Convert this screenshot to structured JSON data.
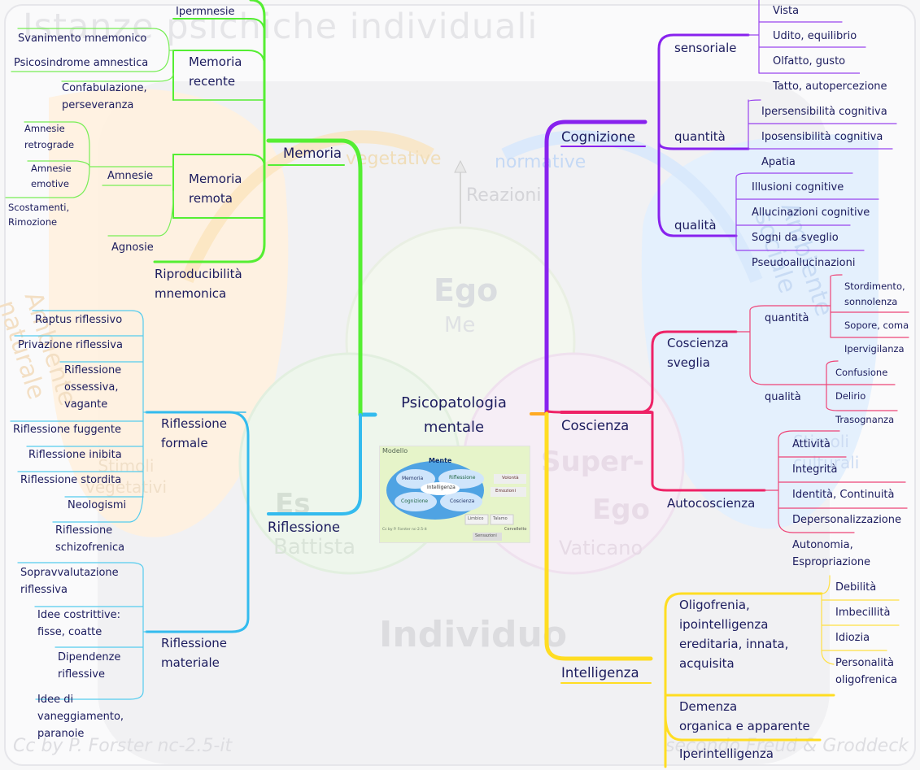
{
  "background": {
    "title": "Istanze psichiche individuali",
    "labels": {
      "vegetative": "vegetative",
      "normative": "normative",
      "reazioni": "Reazioni",
      "ambiente_naturale": "Ambiente naturale",
      "ambiente_sociale": "Ambiente sociale",
      "stimoli_vegetativi": "Stimoli vegetativi",
      "stimoli_culturali": "Stimoli culturali",
      "ego": "Ego",
      "me": "Me",
      "es": "Es",
      "battista": "Battista",
      "super": "Super-",
      "ego2": "Ego",
      "vaticano": "Vaticano",
      "individuo": "Individuo",
      "credit": "Cc by P. Forster nc-2.5-it",
      "source": "secondo Freud & Groddeck"
    }
  },
  "center": {
    "line1": "Psicopatologia",
    "line2": "mentale"
  },
  "thumbnail": {
    "title": "Modello",
    "mente": "Mente",
    "memoria": "Memoria",
    "riflessione": "Riflessione",
    "intelligenza": "Intelligenza",
    "cognizione": "Cognizione",
    "coscienza": "Coscienza",
    "volonta": "Volontà",
    "emozioni": "Emozioni",
    "limbico": "Limbico",
    "talamo": "Talamo",
    "cervelletto": "Cervelletto",
    "sensazioni": "Sensazioni",
    "credit": "Cc by P. Forster nc-2.5-it"
  },
  "colors": {
    "memoria": "#55ee33",
    "riflessione": "#33bbee",
    "cognizione": "#8822ee",
    "coscienza": "#ee2266",
    "intelligenza": "#ffdd22",
    "text": "#1c1c5e"
  },
  "memoria": {
    "label": "Memoria",
    "ipermnesie": "Ipermnesie",
    "recente": {
      "label": "Memoria recente",
      "line1": "Memoria",
      "line2": "recente",
      "items": [
        "Svanimento mnemonico",
        "Psicosindrome amnestica"
      ],
      "confab1": "Confabulazione,",
      "confab2": "perseveranza"
    },
    "remota": {
      "label": "Memoria remota",
      "line1": "Memoria",
      "line2": "remota",
      "amnesie": "Amnesie",
      "retro1": "Amnesie",
      "retro2": "retrograde",
      "emot1": "Amnesie",
      "emot2": "emotive",
      "scot1": "Scostamenti,",
      "scot2": "Rimozione",
      "agnosie": "Agnosie"
    },
    "riprod1": "Riproducibilità",
    "riprod2": "mnemonica"
  },
  "riflessione": {
    "label": "Riflessione",
    "formale": {
      "line1": "Riflessione",
      "line2": "formale",
      "raptus": "Raptus riflessivo",
      "privazione": "Privazione riflessiva",
      "oss1": "Riflessione",
      "oss2": "ossessiva,",
      "oss3": "vagante",
      "fuggente": "Riflessione fuggente",
      "inibita": "Riflessione inibita",
      "stordita": "Riflessione stordita",
      "neologismi": "Neologismi",
      "schiz1": "Riflessione",
      "schiz2": "schizofrenica"
    },
    "materiale": {
      "line1": "Riflessione",
      "line2": "materiale",
      "sop1": "Sopravvalutazione",
      "sop2": "riflessiva",
      "idee1": "Idee costrittive:",
      "idee2": "fisse, coatte",
      "dip1": "Dipendenze",
      "dip2": "riflessive",
      "van1": "Idee di",
      "van2": "vaneggiamento,",
      "van3": "paranoie"
    }
  },
  "cognizione": {
    "label": "Cognizione",
    "sensoriale": {
      "label": "sensoriale",
      "items": [
        "Vista",
        "Udito, equilibrio",
        "Olfatto, gusto",
        "Tatto, autopercezione"
      ]
    },
    "quantita": {
      "label": "quantità",
      "items": [
        "Ipersensibilità cognitiva",
        "Iposensibilità cognitiva",
        "Apatia"
      ]
    },
    "qualita": {
      "label": "qualità",
      "items": [
        "Illusioni cognitive",
        "Allucinazioni cognitive",
        "Sogni da sveglio",
        "Pseudoallucinazioni"
      ]
    }
  },
  "coscienza": {
    "label": "Coscienza",
    "sveglia": {
      "line1": "Coscienza",
      "line2": "sveglia",
      "quantita": "quantità",
      "stord1": "Stordimento,",
      "stord2": "sonnolenza",
      "sopore": "Sopore, coma",
      "iperv": "Ipervigilanza",
      "qualita": "qualità",
      "confusione": "Confusione",
      "delirio": "Delirio",
      "trasognanza": "Trasognanza"
    },
    "autocoscienza": {
      "label": "Autocoscienza",
      "items": [
        "Attività",
        "Integrità",
        "Identità, Continuità",
        "Depersonalizzazione"
      ],
      "auto1": "Autonomia,",
      "auto2": "Espropriazione"
    }
  },
  "intelligenza": {
    "label": "Intelligenza",
    "oligo": {
      "line1": "Oligofrenia,",
      "line2": "ipointelligenza",
      "line3": "ereditaria, innata,",
      "line4": "acquisita",
      "items": [
        "Debilità",
        "Imbecillità",
        "Idiozia"
      ],
      "pers1": "Personalità",
      "pers2": "oligofrenica"
    },
    "dem1": "Demenza",
    "dem2": "organica e apparente",
    "iper": "Iperintelligenza"
  }
}
